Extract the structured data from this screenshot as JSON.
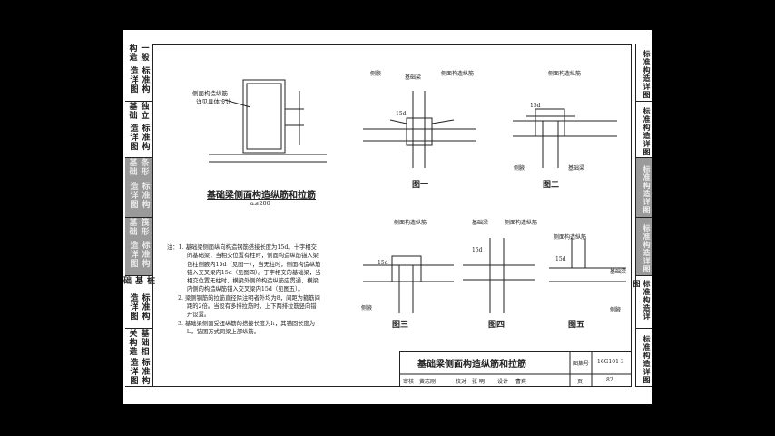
{
  "left_tabs": [
    {
      "text": "一般构造",
      "text2": "标准构造详图",
      "grey": false
    },
    {
      "text": "独立基础",
      "text2": "标准构造详图",
      "grey": false
    },
    {
      "text": "条形基础",
      "text2": "标准构造详图",
      "grey": true
    },
    {
      "text": "筏形基础",
      "text2": "标准构造详图",
      "grey": true
    },
    {
      "text": "桩基础",
      "text2": "标准构造详图",
      "grey": false
    },
    {
      "text": "基础相关构造",
      "text2": "标准构造详图",
      "grey": false
    }
  ],
  "right_tabs": [
    {
      "text": "标准构造详图",
      "grey": false
    },
    {
      "text": "标准构造详图",
      "grey": false
    },
    {
      "text": "标准构造详图",
      "grey": true
    },
    {
      "text": "标准构造详图",
      "grey": true
    },
    {
      "text": "标准构造详图",
      "grey": false
    },
    {
      "text": "标准构造详图",
      "grey": false
    }
  ],
  "section": {
    "label1": "侧面构造纵筋",
    "label2": "详见具体设计",
    "title": "基础梁侧面构造纵筋和拉筋",
    "subtitle": "a≤200"
  },
  "figures": {
    "fig1": {
      "caption": "图一",
      "labels": [
        "侧腋",
        "基础梁",
        "侧面构造纵筋"
      ],
      "dim": "15d"
    },
    "fig2": {
      "caption": "图二",
      "labels": [
        "侧面构造纵筋",
        "侧腋",
        "基础梁"
      ],
      "dim": "15d"
    },
    "fig3": {
      "caption": "图三",
      "labels": [
        "侧面构造纵筋",
        "侧腋"
      ],
      "dim": "15d"
    },
    "fig4": {
      "caption": "图四",
      "labels": [
        "基础梁",
        "侧面构造纵筋"
      ],
      "dim": "15d"
    },
    "fig5": {
      "caption": "图五",
      "labels": [
        "侧面构造纵筋",
        "基础梁",
        "侧腋"
      ],
      "dim": "15d"
    }
  },
  "notes": [
    "注：1. 基础梁侧面纵向构造钢筋搭接长度为15d。十字相交",
    "的基础梁，当相交位置有柱时，侧面构造纵筋锚入梁",
    "包柱侧腋内15d（见图一）；当无柱时，侧面构造纵筋",
    "锚入交叉梁内15d（见图四）。丁字相交的基础梁，当",
    "相交位置无柱时，横梁外侧的构造纵筋应贯通，横梁",
    "内侧的构造纵筋锚入交叉梁内15d（见图五）。",
    "2. 梁侧钢筋的拉筋直径除注明者外均为8，间距为箍筋间",
    "距的2倍。当设有多排拉筋时，上下两排拉筋竖向错",
    "开设置。",
    "3. 基础梁侧面受扭纵筋的搭接长度为l₁，其锚固长度为",
    "lₐ，锚固方式同梁上部纵筋。"
  ],
  "title_block": {
    "title": "基础梁侧面构造纵筋和拉筋",
    "atlas_label": "图集号",
    "atlas_no": "16G101-3",
    "page_label": "页",
    "page_no": "82",
    "row": [
      "审核",
      "黄志刚",
      "校对",
      "张 明",
      "设计",
      "曹爽",
      "页"
    ]
  }
}
